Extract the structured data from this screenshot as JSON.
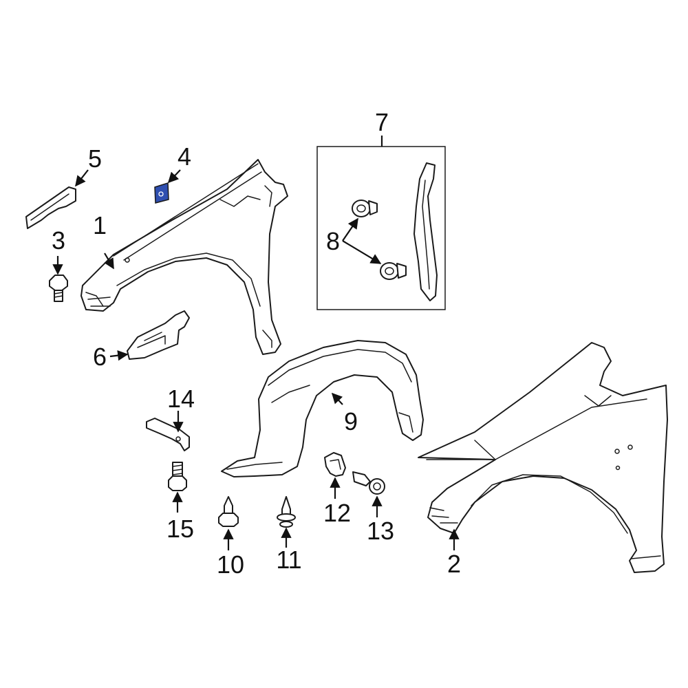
{
  "colors": {
    "line": "#1a1a1a",
    "highlight": "#2f4fb0",
    "background": "#ffffff"
  },
  "callouts": [
    {
      "id": "1",
      "label": "1"
    },
    {
      "id": "2",
      "label": "2"
    },
    {
      "id": "3",
      "label": "3"
    },
    {
      "id": "4",
      "label": "4"
    },
    {
      "id": "5",
      "label": "5"
    },
    {
      "id": "6",
      "label": "6"
    },
    {
      "id": "7",
      "label": "7"
    },
    {
      "id": "8",
      "label": "8"
    },
    {
      "id": "9",
      "label": "9"
    },
    {
      "id": "10",
      "label": "10"
    },
    {
      "id": "11",
      "label": "11"
    },
    {
      "id": "12",
      "label": "12"
    },
    {
      "id": "13",
      "label": "13"
    },
    {
      "id": "14",
      "label": "14"
    },
    {
      "id": "15",
      "label": "15"
    }
  ],
  "highlighted_part": "4"
}
